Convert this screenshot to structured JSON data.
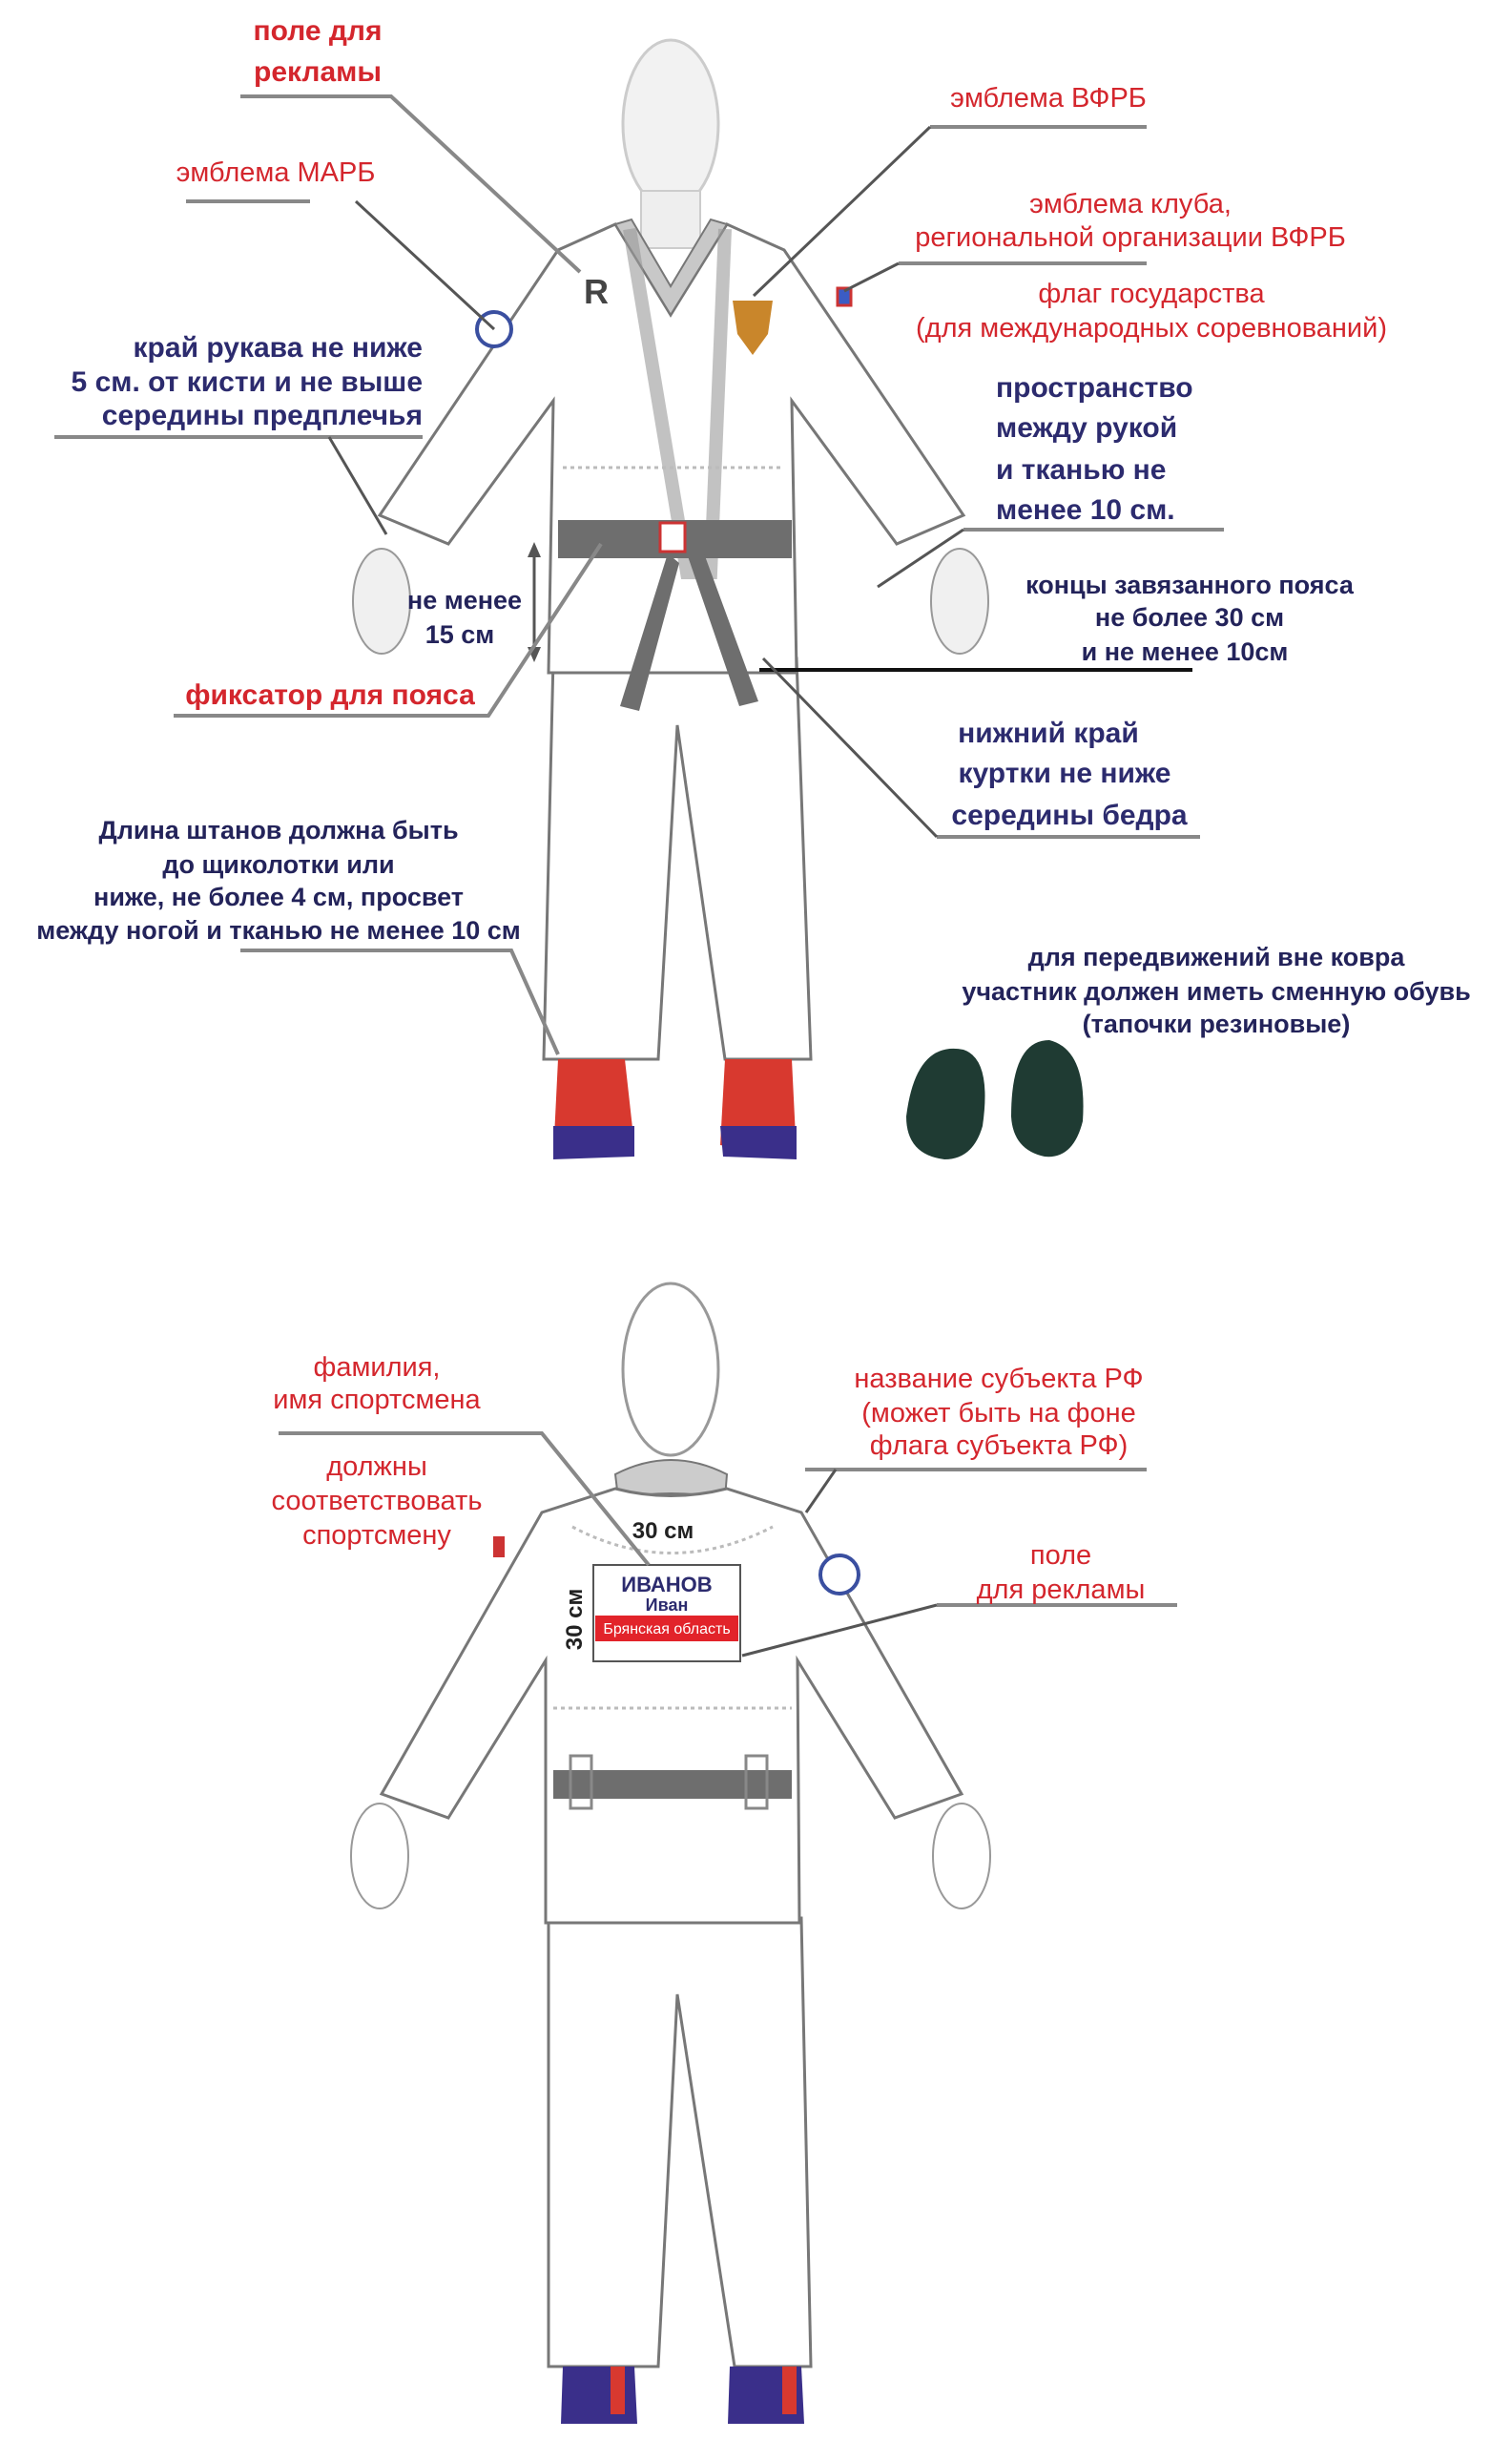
{
  "front": {
    "labels": {
      "ad_field": [
        "поле для",
        "рекламы"
      ],
      "marb_emblem": "эмблема МАРБ",
      "vfrb_emblem": "эмблема ВФРБ",
      "club_emblem": [
        "эмблема клуба,",
        "региональной организации ВФРБ"
      ],
      "state_flag": [
        "флаг государства",
        "(для международных соревнований)"
      ],
      "sleeve_edge": [
        "край рукава не ниже",
        "5 см. от кисти и не выше",
        "середины предплечья"
      ],
      "arm_space": [
        "пространство",
        "между рукой",
        "и тканью не",
        "менее 10 см."
      ],
      "min_15": [
        "не менее",
        "15 см"
      ],
      "belt_ends": [
        "концы завязанного пояса",
        "не более 30 см",
        "и не менее 10см"
      ],
      "belt_lock": "фиксатор для пояса",
      "jacket_bottom": [
        "нижний край",
        "куртки не ниже",
        "середины бедра"
      ],
      "pants_length": [
        "Длина штанов должна быть",
        "до щиколотки или",
        "ниже, не более 4 см, просвет",
        "между ногой и тканью не менее 10 см"
      ],
      "slippers": [
        "для передвижений вне ковра",
        "участник должен иметь сменную обувь",
        "(тапочки резиновые)"
      ]
    }
  },
  "back": {
    "labels": {
      "name": [
        "фамилия,",
        "имя спортсмена"
      ],
      "must_match": [
        "должны",
        "соответствовать",
        "спортсмену"
      ],
      "region": [
        "название субъекта РФ",
        "(может быть на фоне",
        "флага субъекта РФ)"
      ],
      "ad_field": [
        "поле",
        "для рекламы"
      ]
    },
    "patch": {
      "surname": "ИВАНОВ",
      "first_name": "Иван",
      "region": "Брянская область",
      "width_label": "30 см",
      "height_label": "30 см"
    }
  },
  "colors": {
    "red": "#d4262d",
    "navy": "#2c2b6e",
    "belt": "#6e6e6e",
    "shoe_red": "#d8392f",
    "shoe_blue": "#3a2f8a",
    "slipper": "#1f3b33"
  }
}
